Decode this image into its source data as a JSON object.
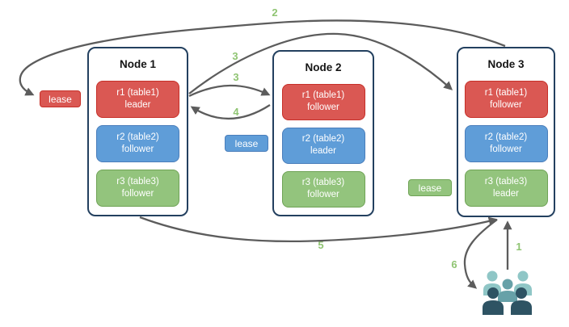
{
  "nodes": [
    {
      "title": "Node 1",
      "replicas": [
        {
          "name": "r1 (table1)",
          "role": "leader"
        },
        {
          "name": "r2 (table2)",
          "role": "follower"
        },
        {
          "name": "r3 (table3)",
          "role": "follower"
        }
      ]
    },
    {
      "title": "Node 2",
      "replicas": [
        {
          "name": "r1 (table1)",
          "role": "follower"
        },
        {
          "name": "r2 (table2)",
          "role": "leader"
        },
        {
          "name": "r3 (table3)",
          "role": "follower"
        }
      ]
    },
    {
      "title": "Node 3",
      "replicas": [
        {
          "name": "r1 (table1)",
          "role": "follower"
        },
        {
          "name": "r2 (table2)",
          "role": "follower"
        },
        {
          "name": "r3 (table3)",
          "role": "leader"
        }
      ]
    }
  ],
  "leases": {
    "red": "lease",
    "blue": "lease",
    "green": "lease"
  },
  "steps": {
    "s1": "1",
    "s2": "2",
    "s3a": "3",
    "s3b": "3",
    "s4": "4",
    "s5": "5",
    "s6": "6"
  },
  "icons": {
    "users_group": "users-group-icon"
  },
  "colors": {
    "replica_red_fill": "#DA5853",
    "replica_red_border": "#C62F28",
    "replica_blue_fill": "#5F9DD8",
    "replica_blue_border": "#4A7EBB",
    "replica_green_fill": "#93C47D",
    "replica_green_border": "#6FA356",
    "node_border": "#23405F",
    "arrow_gray": "#5C5C5C",
    "step_label_green": "#8FC472",
    "users_back_teal": "#8FC6C6",
    "users_mid_teal": "#67A1A8",
    "users_front_slate": "#2E5363"
  }
}
